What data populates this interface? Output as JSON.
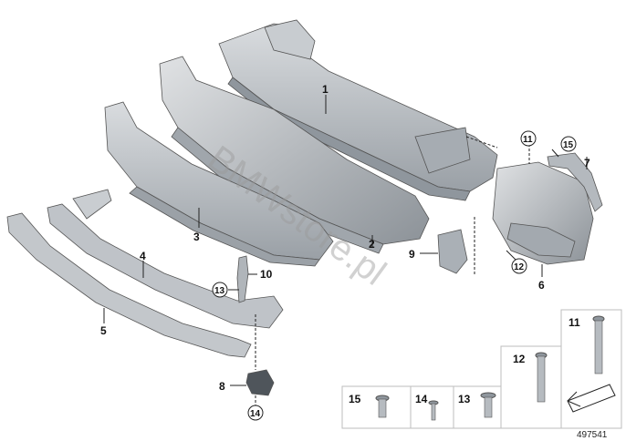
{
  "diagram_id": "497541",
  "watermark": "BMWstore.pl",
  "callouts": {
    "c1": "1",
    "c2": "2",
    "c3": "3",
    "c4": "4",
    "c5": "5",
    "c6": "6",
    "c7": "7",
    "c8": "8",
    "c9": "9",
    "c10": "10",
    "c11": "11",
    "c12": "12",
    "c13": "13",
    "c14": "14",
    "c15": "15"
  },
  "legend": {
    "box15": "15",
    "box14": "14",
    "box13": "13",
    "box12": "12",
    "box11": "11"
  },
  "colors": {
    "part_fill": "#b9bec4",
    "part_dark": "#8f969d",
    "part_light": "#d7dadd",
    "line": "#222222",
    "legend_border": "#bdbdbd"
  }
}
